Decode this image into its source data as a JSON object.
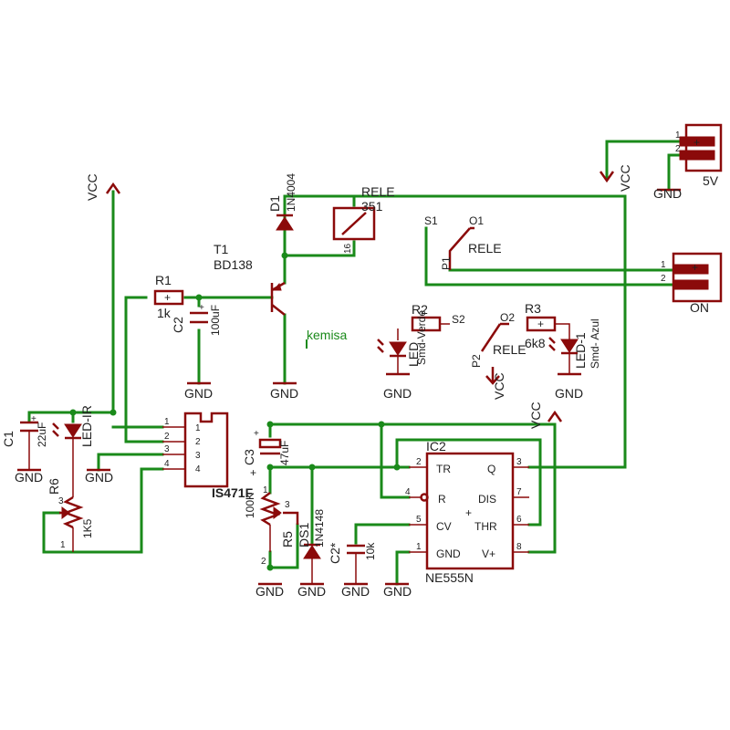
{
  "watermark": "kemisa",
  "power": {
    "vcc": "VCC",
    "gnd": "GND"
  },
  "connectors": {
    "five_v": {
      "label": "5V",
      "pin1": "1",
      "pin2": "2",
      "plus": "+"
    },
    "on": {
      "label": "ON",
      "pin1": "1",
      "pin2": "2",
      "plus": "+"
    }
  },
  "relay": {
    "name": "RELE",
    "value": "351",
    "pin": "16",
    "s1": "S1",
    "o1": "O1",
    "p1": "P1",
    "contact": "RELE"
  },
  "relay2": {
    "s2": "S2",
    "o2": "O2",
    "p2": "P2",
    "contact": "RELE"
  },
  "d1": {
    "name": "D1",
    "value": "1N4004"
  },
  "t1": {
    "name": "T1",
    "value": "BD138"
  },
  "r1": {
    "name": "R1",
    "value": "1k"
  },
  "c2": {
    "name": "C2",
    "value": "100uF"
  },
  "r2": {
    "name": "R2",
    "value": "Smd-Verde"
  },
  "led_left": {
    "name": "LED"
  },
  "r3": {
    "name": "R3",
    "value": "6k8"
  },
  "led1": {
    "name": "LED-1",
    "value": "Smd- Azul"
  },
  "c1": {
    "name": "C1",
    "value": "22uF"
  },
  "led_ir": {
    "name": "LED-IR"
  },
  "r6": {
    "name": "R6",
    "value": "1K5"
  },
  "is471": {
    "name": "IS471F",
    "pins": [
      "1",
      "2",
      "3",
      "4"
    ]
  },
  "c3": {
    "name": "C3",
    "value": "47uF"
  },
  "r5": {
    "name": "R5",
    "value": "100K"
  },
  "ds1": {
    "name": "DS1",
    "value": "1N4148"
  },
  "c2b": {
    "name": "C2*",
    "value": "10k"
  },
  "ic2": {
    "name": "IC2",
    "value": "NE555N",
    "left_pins": [
      {
        "num": "2",
        "label": "TR"
      },
      {
        "num": "4",
        "label": "R"
      },
      {
        "num": "5",
        "label": "CV"
      },
      {
        "num": "1",
        "label": "GND"
      }
    ],
    "right_pins": [
      {
        "num": "3",
        "label": "Q"
      },
      {
        "num": "7",
        "label": "DIS"
      },
      {
        "num": "6",
        "label": "THR"
      },
      {
        "num": "8",
        "label": "V+"
      }
    ]
  },
  "misc": {
    "plus": "+",
    "pin1": "1",
    "pin2": "2",
    "pin3": "3"
  }
}
